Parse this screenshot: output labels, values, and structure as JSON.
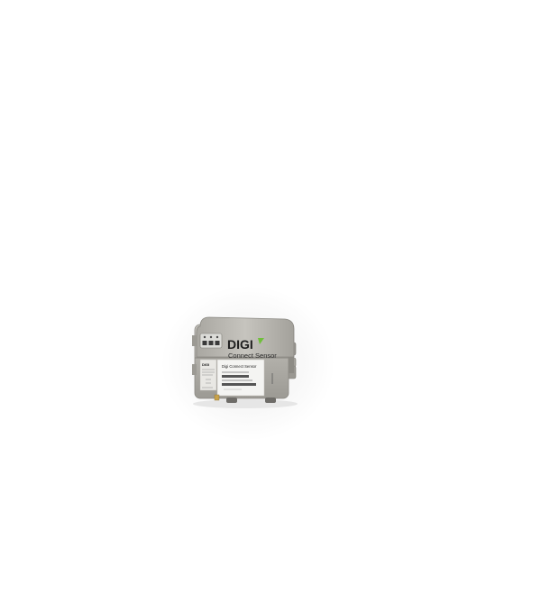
{
  "product": {
    "brand": "DIGI",
    "model_name": "Connect Sensor",
    "label_title": "Digi Connect Sensor",
    "side_logo": "DIGI"
  },
  "colors": {
    "background": "#ffffff",
    "enclosure": "#b3b1ab",
    "enclosure_dark": "#8f8d87",
    "label": "#f4f4f2",
    "brand_accent": "#6fbf3a",
    "brand_text": "#1e1e1e"
  },
  "icons": {
    "status_leds": "led-panel-icon",
    "antenna_connector": "connector-icon",
    "cable_gland": "gland-icon"
  }
}
